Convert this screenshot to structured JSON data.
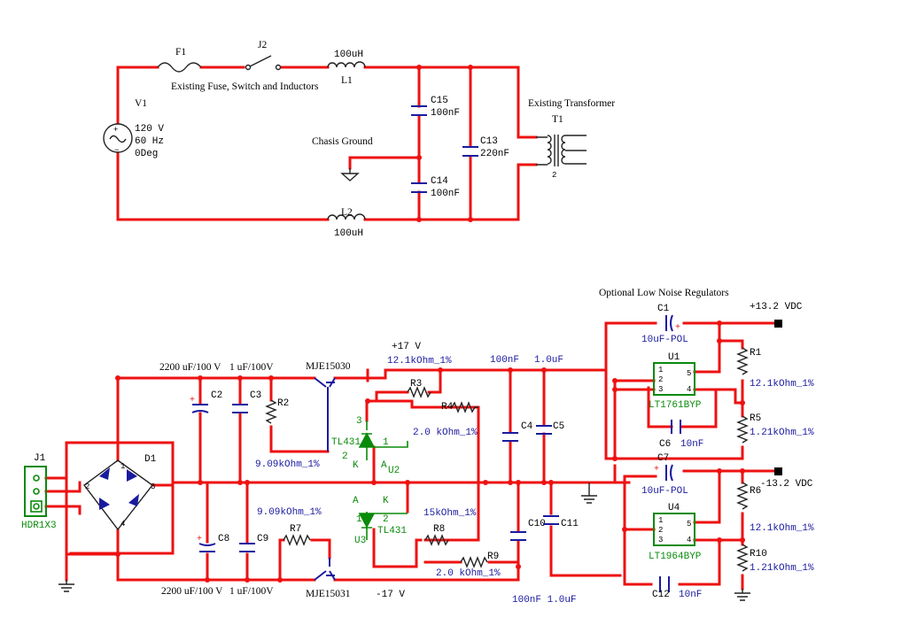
{
  "annotations": {
    "fuse_switch_inductors": "Existing Fuse, Switch and Inductors",
    "existing_transformer": "Existing Transformer",
    "chassis_ground": "Chasis Ground",
    "optional_regulators": "Optional Low Noise Regulators",
    "plus17": "+17 V",
    "minus17": "-17 V",
    "plus132": "+13.2 VDC",
    "minus132": "-13.2 VDC"
  },
  "mains": {
    "v1_name": "V1",
    "v1_voltage": "120 V",
    "v1_freq": "60 Hz",
    "v1_phase": "0Deg",
    "f1": "F1",
    "j2": "J2",
    "l1_value": "100uH",
    "l1": "L1",
    "l2": "L2",
    "l2_value": "100uH",
    "c15": "C15",
    "c15_value": "100nF",
    "c14": "C14",
    "c14_value": "100nF",
    "c13": "C13",
    "c13_value": "220nF",
    "t1": "T1",
    "t1_pin": "2"
  },
  "rectifier": {
    "j1": "J1",
    "j1_part": "HDR1X3",
    "d1": "D1",
    "pin2": "2",
    "pin3": "3",
    "pin1": "1",
    "pin4": "4"
  },
  "positive_rail": {
    "cap_label": "2200 uF/100 V",
    "c2": "C2",
    "small_cap_label": "1 uF/100V",
    "c3": "C3",
    "r2": "R2",
    "r2_value": "9.09kOhm_1%",
    "q_part": "MJE15030",
    "r3": "R3",
    "r3_value": "12.1kOhm_1%",
    "r4": "R4",
    "r4_value": "2.0 kOhm_1%",
    "u2": "U2",
    "u2_part": "TL431",
    "pin_a": "A",
    "pin_k": "K",
    "pin_1": "1",
    "pin_2": "2",
    "pin_3": "3",
    "c4": "C4",
    "c4_value": "100nF",
    "c5": "C5",
    "c5_value": "1.0uF"
  },
  "negative_rail": {
    "c8": "C8",
    "c9": "C9",
    "cap_label": "2200 uF/100 V",
    "small_cap_label": "1 uF/100V",
    "r7": "R7",
    "r7_value": "9.09kOhm_1%",
    "q_part": "MJE15031",
    "u3": "U3",
    "u3_part": "TL431",
    "r8": "R8",
    "r8_value": "15kOhm_1%",
    "r9": "R9",
    "r9_value": "2.0 kOhm_1%",
    "c10": "C10",
    "c11": "C11",
    "c10_c11_values": "100nF 1.0uF"
  },
  "regulators": {
    "c1": "C1",
    "c1_value": "10uF-POL",
    "u1": "U1",
    "u1_part": "LT1761BYP",
    "c6": "C6",
    "c6_value": "10nF",
    "r1": "R1",
    "r1_value": "12.1kOhm_1%",
    "r5": "R5",
    "r5_value": "1.21kOhm_1%",
    "c7": "C7",
    "c7_value": "10uF-POL",
    "u4": "U4",
    "u4_part": "LT1964BYP",
    "c12": "C12",
    "c12_value": "10nF",
    "r6": "R6",
    "r6_value": "12.1kOhm_1%",
    "r10": "R10",
    "r10_value": "1.21kOhm_1%",
    "pin_1": "1",
    "pin_2": "2",
    "pin_3": "3",
    "pin_4": "4",
    "pin_5": "5",
    "plus": "+"
  },
  "colors": {
    "wire": "#ee1111",
    "component": "#1a1aa0",
    "semiconductor": "#0a8a0a",
    "background": "#ffffff"
  }
}
